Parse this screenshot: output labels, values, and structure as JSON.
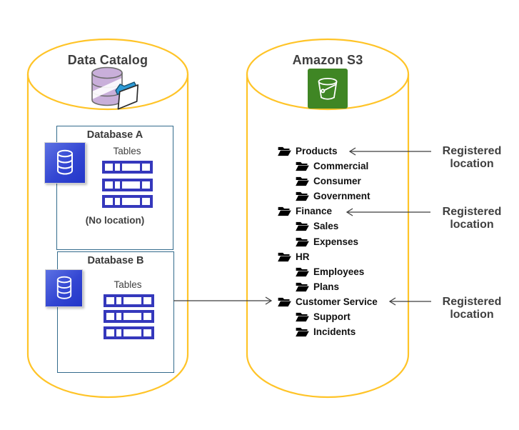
{
  "data_catalog": {
    "title": "Data Catalog",
    "databases": [
      {
        "name": "Database A",
        "tables_label": "Tables",
        "table_rows": 3,
        "location_note": "(No location)"
      },
      {
        "name": "Database B",
        "tables_label": "Tables",
        "table_rows": 3
      }
    ]
  },
  "amazon_s3": {
    "title": "Amazon S3",
    "folders": [
      {
        "name": "Products",
        "registered": true,
        "children": [
          "Commercial",
          "Consumer",
          "Government"
        ]
      },
      {
        "name": "Finance",
        "registered": true,
        "children": [
          "Sales",
          "Expenses"
        ]
      },
      {
        "name": "HR",
        "registered": false,
        "children": [
          "Employees",
          "Plans"
        ]
      },
      {
        "name": "Customer Service",
        "registered": true,
        "children": [
          "Support",
          "Incidents"
        ]
      }
    ]
  },
  "annotations": {
    "registered_location": {
      "line1": "Registered",
      "line2": "location"
    },
    "registered_count": 3,
    "database_b_links_to": "Customer Service"
  },
  "colors": {
    "cylinder_stroke": "#FFC428",
    "box_border": "#336B8C",
    "table_border": "#3538BC",
    "s3_icon_green": "#3F8624",
    "db_icon_blue_start": "#5C71E3",
    "db_icon_blue_end": "#2336C9",
    "catalog_purple": "#C9AFDA",
    "folder_blue": "#2E9BD6",
    "text_dark": "#3F3F3F",
    "arrow": "#3F3F3F"
  }
}
